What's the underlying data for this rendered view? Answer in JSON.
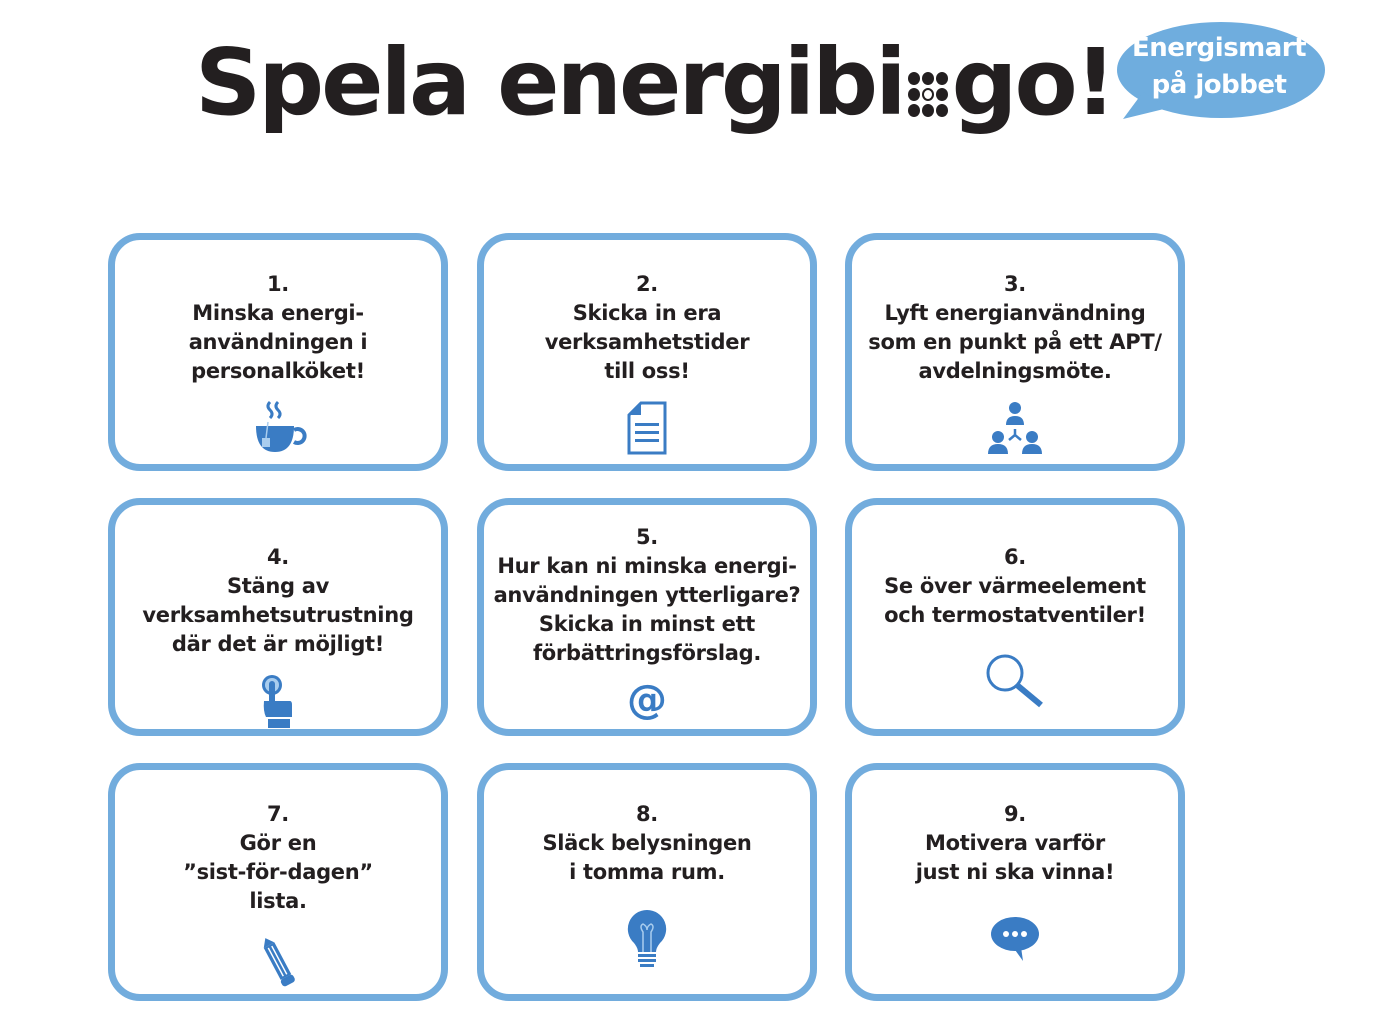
{
  "header": {
    "title_part1": "Spela energibi",
    "title_part2": "go!",
    "title_dots_icon": "bingo-dot-grid-icon"
  },
  "badge": {
    "line1": "Energismart",
    "line2": "på jobbet",
    "color": "#6fadde"
  },
  "colors": {
    "card_border": "#72acdd",
    "icon_blue": "#3a7cc4",
    "text": "#231f20"
  },
  "cards": [
    {
      "number": "1.",
      "lines": [
        "Minska energi-",
        "användningen i",
        "personalköket!"
      ],
      "icon": "tea-cup-icon"
    },
    {
      "number": "2.",
      "lines": [
        "Skicka in era",
        "verksamhetstider",
        "till oss!"
      ],
      "icon": "document-icon"
    },
    {
      "number": "3.",
      "lines": [
        "Lyft energianvändning",
        "som en punkt på ett APT/",
        "avdelningsmöte."
      ],
      "icon": "meeting-people-icon"
    },
    {
      "number": "4.",
      "lines": [
        "Stäng av",
        "verksamhetsutrustning",
        "där det är möjligt!"
      ],
      "icon": "hand-pointer-icon"
    },
    {
      "number": "5.",
      "lines": [
        "Hur kan ni minska energi-",
        "användningen ytterligare?",
        "Skicka in minst ett",
        "förbättringsförslag."
      ],
      "icon": "at-sign-icon"
    },
    {
      "number": "6.",
      "lines": [
        "Se över värmeelement",
        "och termostatventiler!"
      ],
      "icon": "magnifier-icon"
    },
    {
      "number": "7.",
      "lines": [
        "Gör en",
        "”sist-för-dagen”",
        "lista."
      ],
      "icon": "pencil-icon"
    },
    {
      "number": "8.",
      "lines": [
        "Släck belysningen",
        "i tomma rum."
      ],
      "icon": "light-bulb-icon"
    },
    {
      "number": "9.",
      "lines": [
        "Motivera varför",
        "just ni ska vinna!"
      ],
      "icon": "speech-bubble-icon"
    }
  ]
}
